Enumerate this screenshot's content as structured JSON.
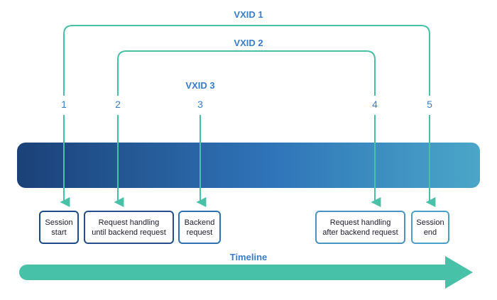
{
  "vxids": {
    "vxid1": "VXID 1",
    "vxid2": "VXID 2",
    "vxid3": "VXID 3"
  },
  "markers": [
    "1",
    "2",
    "3",
    "4",
    "5"
  ],
  "boxes": [
    {
      "lines": [
        "Session",
        "start"
      ]
    },
    {
      "lines": [
        "Request handling",
        "until backend request"
      ]
    },
    {
      "lines": [
        "Backend",
        "request"
      ]
    },
    {
      "lines": [
        "Request handling",
        "after backend request"
      ]
    },
    {
      "lines": [
        "Session",
        "end"
      ]
    }
  ],
  "timeline_label": "Timeline",
  "colors": {
    "teal": "#47c1a8",
    "label_blue": "#3a7dc9",
    "bar_start": "#1b4178",
    "bar_mid": "#2f74b8",
    "bar_end": "#4aa6c8",
    "box_dark": "#1d4b87",
    "box_mid": "#2f6fb3",
    "box_light": "#4aa0c6"
  }
}
